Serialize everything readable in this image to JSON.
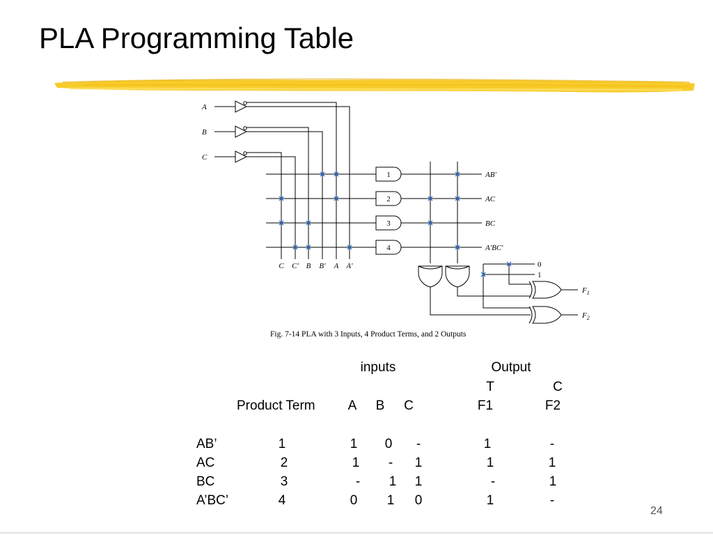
{
  "slide": {
    "title": "PLA Programming Table",
    "page_number": "24"
  },
  "figure": {
    "input_labels": [
      "A",
      "B",
      "C"
    ],
    "column_labels": [
      "C",
      "C′",
      "B",
      "B′",
      "A",
      "A′"
    ],
    "gate_numbers": [
      "1",
      "2",
      "3",
      "4"
    ],
    "term_labels": [
      "AB′",
      "AC",
      "BC",
      "A′BC′"
    ],
    "constants": [
      "0",
      "1"
    ],
    "output_labels": [
      "F",
      "F"
    ],
    "output_subscripts": [
      "1",
      "2"
    ],
    "caption": "Fig. 7-14  PLA with 3 Inputs, 4 Product Terms, and 2 Outputs"
  },
  "table": {
    "inputs_header": "inputs",
    "output_header": "Output",
    "polarity": [
      "T",
      "C"
    ],
    "product_term_header": "Product Term",
    "input_columns": [
      "A",
      "B",
      "C"
    ],
    "output_columns": [
      "F1",
      "F2"
    ],
    "rows": [
      {
        "term": "AB’",
        "number": "1",
        "a": "1",
        "b": "0",
        "c": "-",
        "f1": "1",
        "f2": "-"
      },
      {
        "term": "AC",
        "number": "2",
        "a": "1",
        "b": "-",
        "c": "1",
        "f1": "1",
        "f2": "1"
      },
      {
        "term": "BC",
        "number": "3",
        "a": "-",
        "b": "1",
        "c": "1",
        "f1": "-",
        "f2": "1"
      },
      {
        "term": "A’BC’",
        "number": "4",
        "a": "0",
        "b": "1",
        "c": "0",
        "f1": "1",
        "f2": "-"
      }
    ]
  }
}
